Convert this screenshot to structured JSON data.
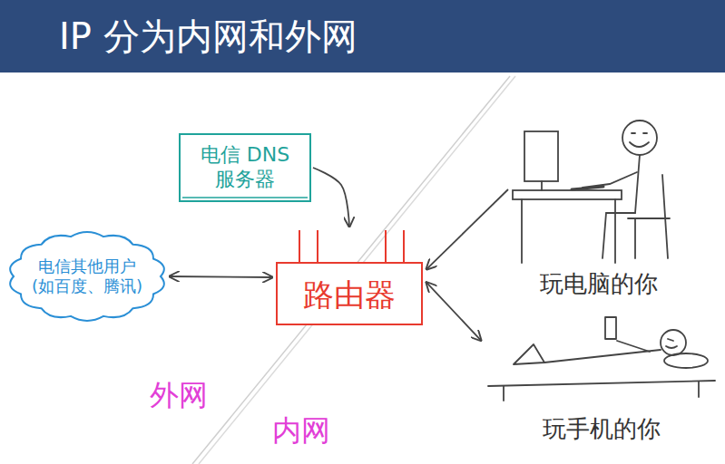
{
  "diagram": {
    "title": "IP 分为内网和外网",
    "nodes": [
      {
        "text": [
          "电信 DNS 服务器"
        ]
      },
      {
        "text": [
          "电信其他用户 (如百度、腾讯)"
        ]
      },
      {
        "text": [
          "路由器"
        ]
      },
      {
        "text": [
          "玩电脑的你"
        ]
      },
      {
        "text": [
          "玩手机的你"
        ]
      }
    ],
    "edges": [
      {
        "from": 0,
        "to": 2,
        "arrow": "to"
      },
      {
        "from": 1,
        "to": 2,
        "arrow": "both"
      },
      {
        "from": 3,
        "to": 2,
        "arrow": "to"
      },
      {
        "from": 2,
        "to": 4,
        "arrow": "both"
      }
    ],
    "labels": [
      "外网",
      "内网"
    ]
  }
}
